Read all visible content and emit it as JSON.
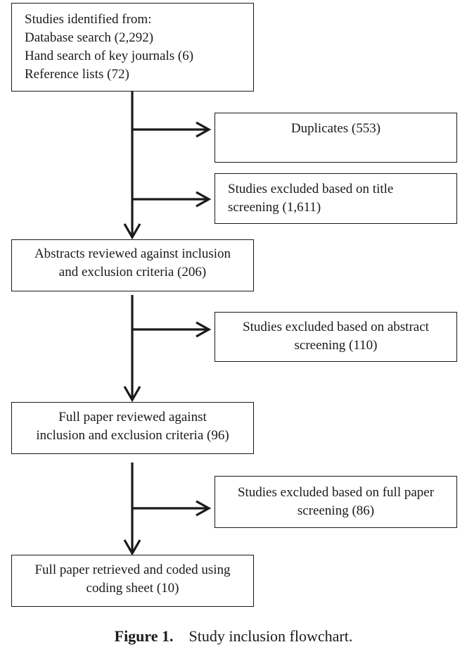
{
  "boxes": {
    "identified": {
      "lines": [
        "Studies identified from:",
        "Database search (2,292)",
        "Hand search of key journals (6)",
        "Reference lists (72)"
      ]
    },
    "duplicates": {
      "lines": [
        "Duplicates (553)"
      ]
    },
    "title_excluded": {
      "lines": [
        "Studies excluded based on title",
        "screening (1,611)"
      ]
    },
    "abstracts": {
      "lines": [
        "Abstracts reviewed against inclusion",
        "and exclusion criteria (206)"
      ]
    },
    "abstract_excluded": {
      "lines": [
        "Studies excluded based on abstract",
        "screening (110)"
      ]
    },
    "fullpaper_reviewed": {
      "lines": [
        "Full paper reviewed against",
        "inclusion and exclusion criteria (96)"
      ]
    },
    "fullpaper_excluded": {
      "lines": [
        "Studies excluded based on full paper",
        "screening (86)"
      ]
    },
    "retrieved": {
      "lines": [
        "Full paper retrieved and coded using",
        "coding sheet (10)"
      ]
    }
  },
  "caption": {
    "label": "Figure 1.",
    "text": "Study inclusion flowchart."
  },
  "colors": {
    "stroke": "#1a1a1a"
  }
}
